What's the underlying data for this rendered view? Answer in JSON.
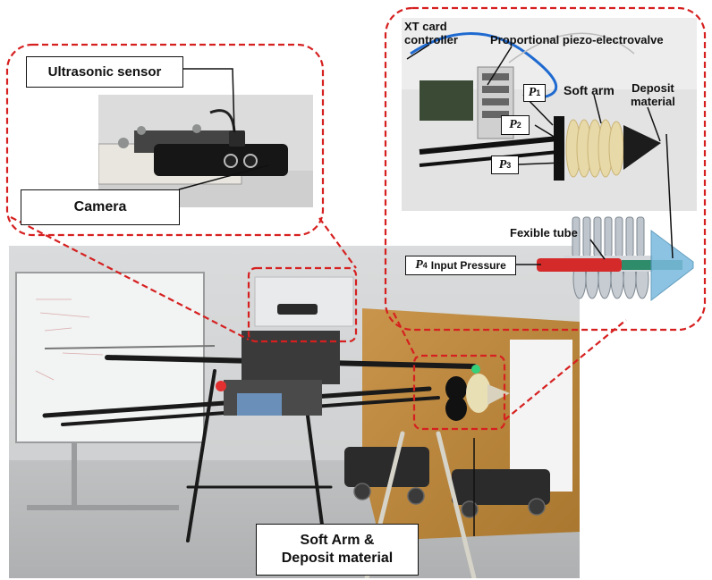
{
  "labels": {
    "ultrasonic": "Ultrasonic sensor",
    "camera": "Camera",
    "soft_arm_line1": "Soft Arm &",
    "soft_arm_line2": "Deposit material",
    "xt_line1": "XT card",
    "xt_line2": "controller",
    "valve": "Proportional piezo-electrovalve",
    "soft_arm": "Soft arm",
    "deposit_line1": "Deposit",
    "deposit_line2": "material",
    "tube": "Fexible tube",
    "input_pressure": "Input Pressure",
    "p_symbol": "P",
    "p1_sub": "1",
    "p2_sub": "2",
    "p3_sub": "3",
    "p4_sub": "4"
  },
  "colors": {
    "callout": "#d62020",
    "tube": "#d42a2a",
    "nozzle": "#2e8c6a",
    "cone": "#7ab9dd"
  }
}
